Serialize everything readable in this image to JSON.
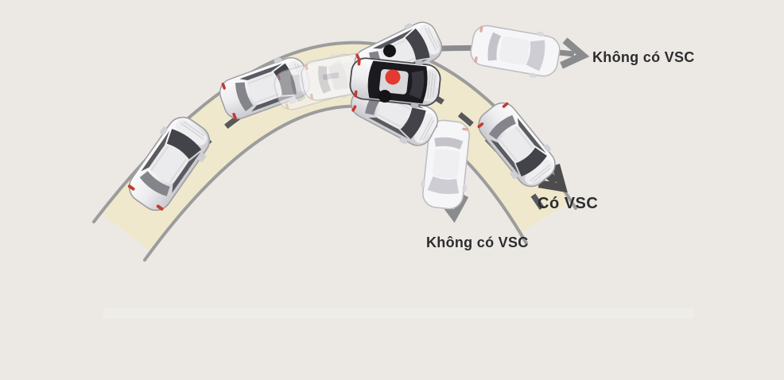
{
  "labels": {
    "no_vsc_top": "Không có VSC",
    "no_vsc_bottom": "Không có VSC",
    "vsc": "Có VSC"
  },
  "colors": {
    "background": "#ECE9E5",
    "road_fill": "#EFE8CC",
    "road_border": "#9C9C9C",
    "center_dash": "#58585A",
    "arrow_gray": "#8A8B8D",
    "arrow_dark": "#4C4C4E",
    "dot_red": "#E23A2E",
    "dot_black": "#141414",
    "label_text": "#2D2D30"
  },
  "icons": {
    "cars": [
      "car-on-road-1",
      "car-on-road-2",
      "car-motion-ghost-1",
      "car-motion-ghost-2",
      "car-understeer-start",
      "car-vsc-active",
      "car-oversteer-start",
      "car-understeer-slide",
      "car-oversteer-spin",
      "car-with-vsc"
    ],
    "arrows": [
      "understeer-arrow",
      "oversteer-arrow",
      "vsc-path-arrow"
    ],
    "markers": [
      "red-dot-vsc-car",
      "black-dot-understeer",
      "black-dot-oversteer"
    ]
  }
}
